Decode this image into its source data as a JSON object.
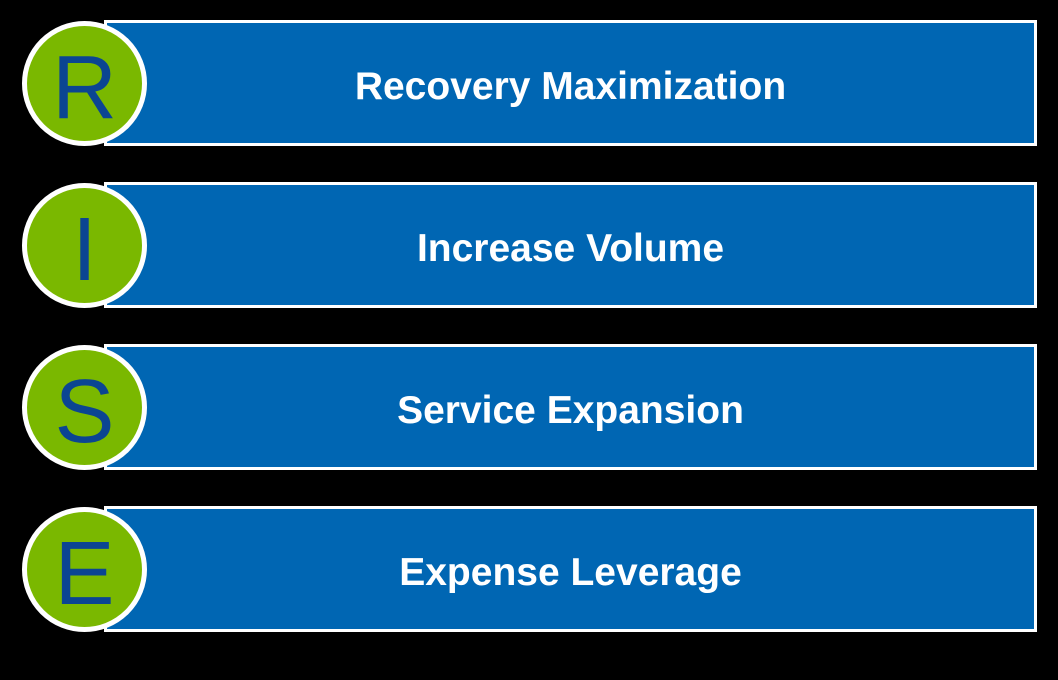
{
  "items": [
    {
      "letter": "R",
      "label": "Recovery Maximization"
    },
    {
      "letter": "I",
      "label": "Increase Volume"
    },
    {
      "letter": "S",
      "label": "Service Expansion"
    },
    {
      "letter": "E",
      "label": "Expense Leverage"
    }
  ],
  "colors": {
    "background": "#000000",
    "bar_fill": "#0066B3",
    "bar_border": "#FFFFFF",
    "bar_text": "#FFFFFF",
    "circle_fill": "#7AB800",
    "circle_ring": "#FFFFFF",
    "letter_color": "#0B4592"
  }
}
